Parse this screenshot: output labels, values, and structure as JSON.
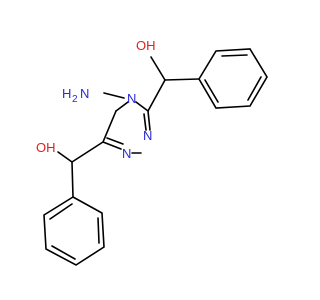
{
  "molecule": {
    "atom_labels": {
      "amino_n": "N",
      "amino_h": "H",
      "amino_h2": "2",
      "ring_n4": "N",
      "ring_n2": "N",
      "ring_n1": "N",
      "oh_top": "OH",
      "oh_left": "OH"
    },
    "colors": {
      "bond": "#000000",
      "nitrogen": "#2b2bd6",
      "oxygen": "#e02020"
    }
  }
}
